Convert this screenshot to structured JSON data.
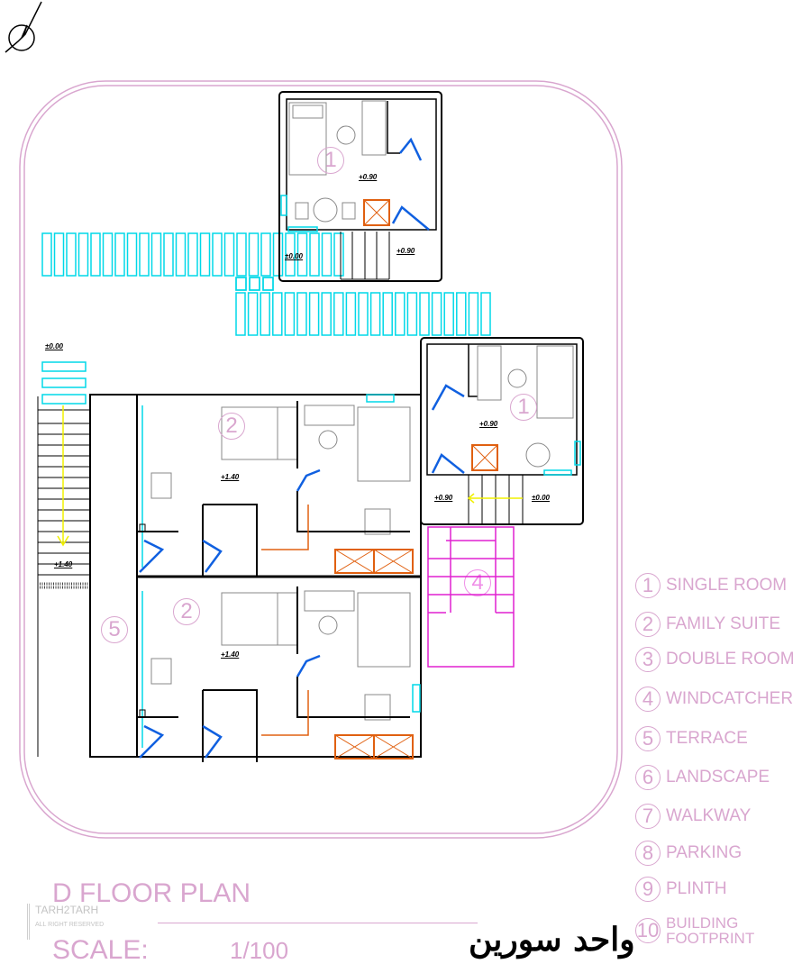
{
  "plan": {
    "title": "D FLOOR PLAN",
    "scale_label": "SCALE:",
    "scale_value": "1/100",
    "persian_title": "واحد سورین",
    "watermark": "TARH2TARH ALL RIGHT RESERVED"
  },
  "room_numbers": {
    "unit_top": "1",
    "unit_right": "1",
    "suite_a": "2",
    "suite_b": "2",
    "terrace": "5",
    "windcatcher": "4"
  },
  "elevations": {
    "top_unit": "+0.90",
    "top_entry": "+0.90",
    "walkway": "±0.00",
    "left_stair_top": "±0.00",
    "left_stair_bottom": "+1.40",
    "suite_a": "+1.40",
    "suite_b": "+1.40",
    "right_unit": "+0.90",
    "right_entry": "+0.90",
    "right_ground": "±0.00"
  },
  "legend": [
    {
      "num": "1",
      "label": "SINGLE ROOM"
    },
    {
      "num": "2",
      "label": "FAMILY SUITE"
    },
    {
      "num": "3",
      "label": "DOUBLE ROOM"
    },
    {
      "num": "4",
      "label": "WINDCATCHER"
    },
    {
      "num": "5",
      "label": "TERRACE"
    },
    {
      "num": "6",
      "label": "LANDSCAPE"
    },
    {
      "num": "7",
      "label": "WALKWAY"
    },
    {
      "num": "8",
      "label": "PARKING"
    },
    {
      "num": "9",
      "label": "PLINTH"
    },
    {
      "num": "10",
      "label": "BUILDING FOOTPRINT"
    }
  ],
  "colors": {
    "pink": "#d9a6cf",
    "cyan": "#00d8e8",
    "magenta": "#e020d0",
    "orange": "#e06010",
    "blue": "#1060e0",
    "yellow": "#f0f000"
  }
}
